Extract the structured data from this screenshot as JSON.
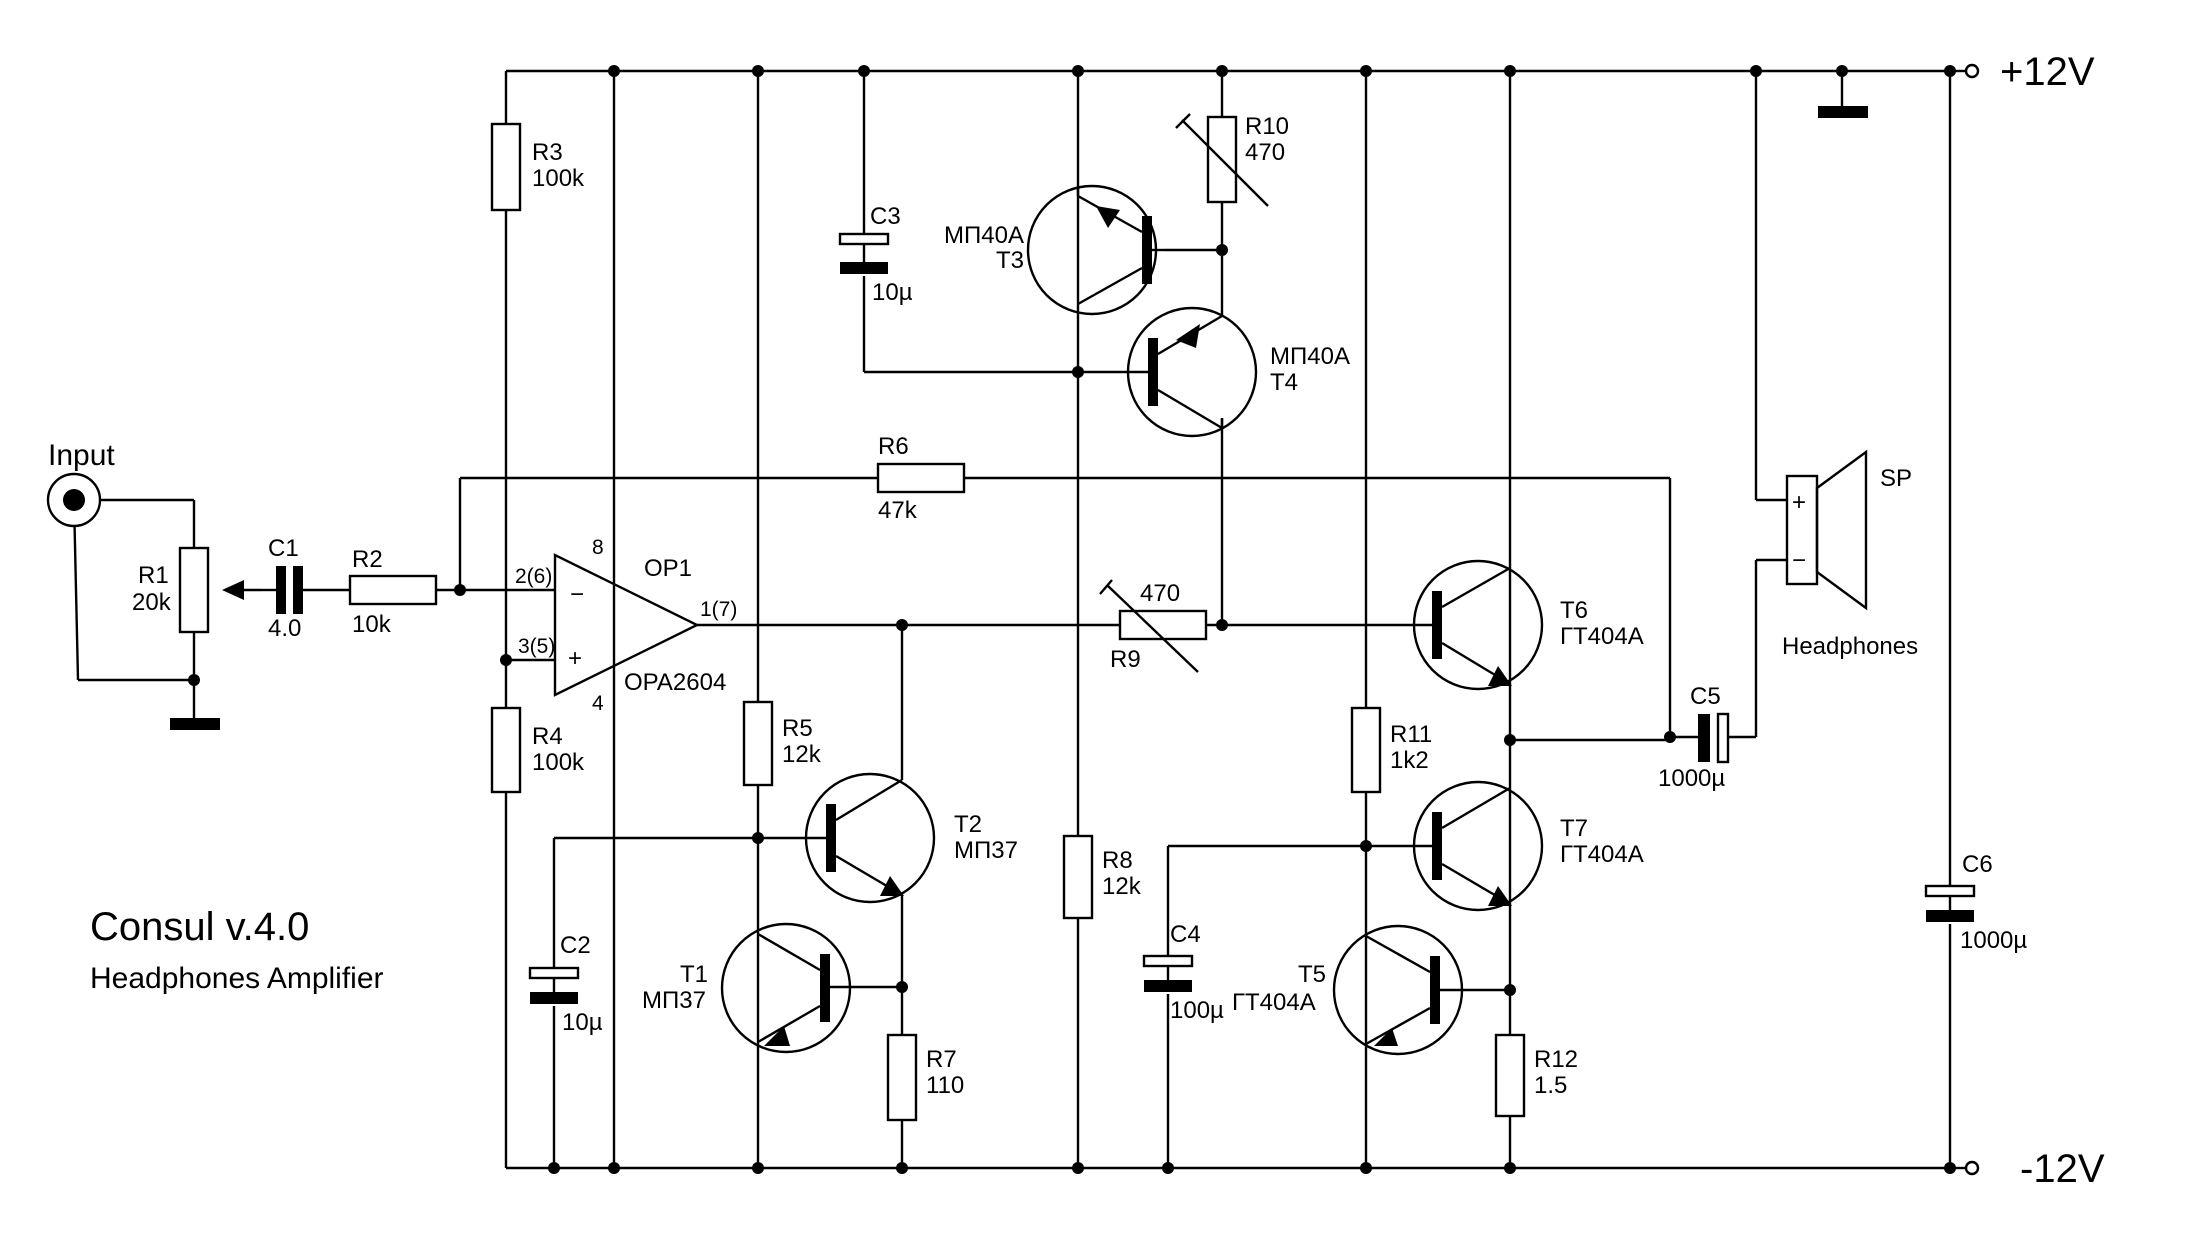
{
  "title": "Consul v.4.0",
  "subtitle": "Headphones Amplifier",
  "rails": {
    "positive": "+12V",
    "negative": "-12V"
  },
  "input_label": "Input",
  "headphones_label": "Headphones",
  "components": {
    "R1": {
      "ref": "R1",
      "value": "20k"
    },
    "R2": {
      "ref": "R2",
      "value": "10k"
    },
    "R3": {
      "ref": "R3",
      "value": "100k"
    },
    "R4": {
      "ref": "R4",
      "value": "100k"
    },
    "R5": {
      "ref": "R5",
      "value": "12k"
    },
    "R6": {
      "ref": "R6",
      "value": "47k"
    },
    "R7": {
      "ref": "R7",
      "value": "110"
    },
    "R8": {
      "ref": "R8",
      "value": "12k"
    },
    "R9": {
      "ref": "R9",
      "value": "470"
    },
    "R10": {
      "ref": "R10",
      "value": "470"
    },
    "R11": {
      "ref": "R11",
      "value": "1k2"
    },
    "R12": {
      "ref": "R12",
      "value": "1.5"
    },
    "C1": {
      "ref": "C1",
      "value": "4.0"
    },
    "C2": {
      "ref": "C2",
      "value": "10µ"
    },
    "C3": {
      "ref": "C3",
      "value": "10µ"
    },
    "C4": {
      "ref": "C4",
      "value": "100µ"
    },
    "C5": {
      "ref": "C5",
      "value": "1000µ"
    },
    "C6": {
      "ref": "C6",
      "value": "1000µ"
    },
    "T1": {
      "ref": "T1",
      "part": "МП37"
    },
    "T2": {
      "ref": "T2",
      "part": "МП37"
    },
    "T3": {
      "ref": "T3",
      "part": "МП40А"
    },
    "T4": {
      "ref": "T4",
      "part": "МП40А"
    },
    "T5": {
      "ref": "T5",
      "part": "ГТ404А"
    },
    "T6": {
      "ref": "T6",
      "part": "ГТ404А"
    },
    "T7": {
      "ref": "T7",
      "part": "ГТ404А"
    },
    "OP1": {
      "ref": "OP1",
      "part": "OPA2604"
    },
    "SP": {
      "ref": "SP"
    }
  },
  "opamp_pins": {
    "inverting": "2(6)",
    "non_inverting": "3(5)",
    "output": "1(7)",
    "vplus": "8",
    "vminus": "4",
    "minus_sign": "−",
    "plus_sign": "+"
  },
  "speaker_pins": {
    "plus": "+",
    "minus": "−"
  }
}
